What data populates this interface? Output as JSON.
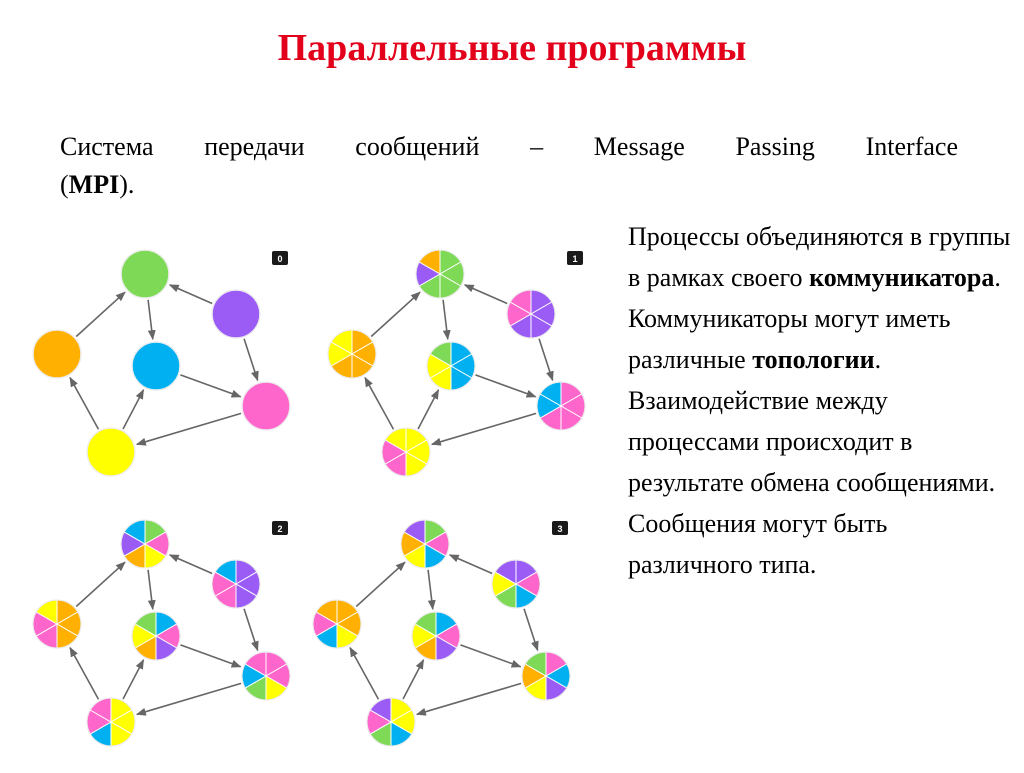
{
  "slide": {
    "title": "Параллельные программы",
    "subtitle_line1": "Система передачи сообщений – Message Passing Interface",
    "subtitle_paren_open": "(",
    "subtitle_mpi": "MPI",
    "subtitle_paren_close": ").",
    "body": {
      "p1_a": "Процессы объединяются в группы в рамках своего ",
      "p1_bold": "коммуникатора",
      "p1_b": ". Коммуникаторы могут иметь различные ",
      "p1_bold2": "топологии",
      "p1_c": ". Взаимодействие между процессами происходит в результате обмена сообщениями. Сообщения могут быть различного типа."
    }
  },
  "colors": {
    "title": "#e3001b",
    "green": "#7ed957",
    "purple": "#9b5cf6",
    "blue": "#00b0f0",
    "orange": "#ffb000",
    "pink": "#ff66cc",
    "yellow": "#ffff00",
    "badge": "#1a1a1a",
    "arrow": "#666666"
  },
  "diagrams": [
    {
      "badge": "0",
      "nodes": [
        {
          "id": "green",
          "slices": [
            "green"
          ]
        },
        {
          "id": "purple",
          "slices": [
            "purple"
          ]
        },
        {
          "id": "orange",
          "slices": [
            "orange"
          ]
        },
        {
          "id": "blue",
          "slices": [
            "blue"
          ]
        },
        {
          "id": "pink",
          "slices": [
            "pink"
          ]
        },
        {
          "id": "yellow",
          "slices": [
            "yellow"
          ]
        }
      ]
    },
    {
      "badge": "1",
      "nodes": [
        {
          "id": "green",
          "slices": [
            "green",
            "green",
            "green",
            "green",
            "purple",
            "orange"
          ]
        },
        {
          "id": "purple",
          "slices": [
            "purple",
            "purple",
            "purple",
            "purple",
            "pink",
            "pink"
          ]
        },
        {
          "id": "orange",
          "slices": [
            "orange",
            "orange",
            "orange",
            "orange",
            "yellow",
            "yellow"
          ]
        },
        {
          "id": "blue",
          "slices": [
            "blue",
            "blue",
            "blue",
            "yellow",
            "yellow",
            "green"
          ]
        },
        {
          "id": "pink",
          "slices": [
            "pink",
            "pink",
            "pink",
            "pink",
            "blue",
            "blue"
          ]
        },
        {
          "id": "yellow",
          "slices": [
            "yellow",
            "yellow",
            "yellow",
            "pink",
            "pink",
            "yellow"
          ]
        }
      ]
    },
    {
      "badge": "2",
      "nodes": [
        {
          "id": "green",
          "slices": [
            "green",
            "pink",
            "yellow",
            "orange",
            "purple",
            "blue"
          ]
        },
        {
          "id": "purple",
          "slices": [
            "purple",
            "purple",
            "purple",
            "pink",
            "pink",
            "blue"
          ]
        },
        {
          "id": "orange",
          "slices": [
            "orange",
            "orange",
            "orange",
            "pink",
            "pink",
            "yellow"
          ]
        },
        {
          "id": "blue",
          "slices": [
            "blue",
            "pink",
            "purple",
            "orange",
            "yellow",
            "green"
          ]
        },
        {
          "id": "pink",
          "slices": [
            "pink",
            "pink",
            "yellow",
            "green",
            "blue",
            "pink"
          ]
        },
        {
          "id": "yellow",
          "slices": [
            "yellow",
            "yellow",
            "yellow",
            "blue",
            "pink",
            "pink"
          ]
        }
      ]
    },
    {
      "badge": "3",
      "nodes": [
        {
          "id": "green",
          "slices": [
            "green",
            "pink",
            "blue",
            "yellow",
            "orange",
            "purple"
          ]
        },
        {
          "id": "purple",
          "slices": [
            "purple",
            "pink",
            "blue",
            "green",
            "yellow",
            "purple"
          ]
        },
        {
          "id": "orange",
          "slices": [
            "orange",
            "orange",
            "yellow",
            "blue",
            "pink",
            "orange"
          ]
        },
        {
          "id": "blue",
          "slices": [
            "blue",
            "pink",
            "purple",
            "orange",
            "yellow",
            "green"
          ]
        },
        {
          "id": "pink",
          "slices": [
            "pink",
            "blue",
            "purple",
            "yellow",
            "orange",
            "green"
          ]
        },
        {
          "id": "yellow",
          "slices": [
            "yellow",
            "yellow",
            "blue",
            "green",
            "pink",
            "purple"
          ]
        }
      ]
    }
  ]
}
